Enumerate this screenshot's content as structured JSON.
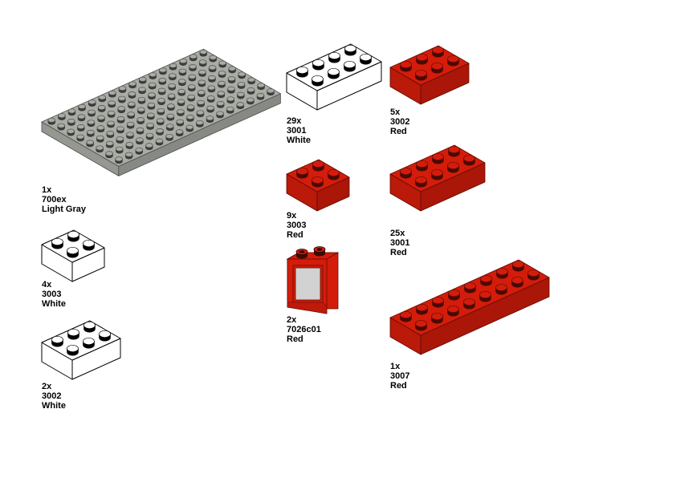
{
  "parts": [
    {
      "qty": "1x",
      "part": "700ex",
      "color": "Light Gray",
      "hex": "#a9aca5"
    },
    {
      "qty": "29x",
      "part": "3001",
      "color": "White",
      "hex": "#ffffff"
    },
    {
      "qty": "5x",
      "part": "3002",
      "color": "Red",
      "hex": "#d41c0a"
    },
    {
      "qty": "9x",
      "part": "3003",
      "color": "Red",
      "hex": "#d41c0a"
    },
    {
      "qty": "25x",
      "part": "3001",
      "color": "Red",
      "hex": "#d41c0a"
    },
    {
      "qty": "2x",
      "part": "7026c01",
      "color": "Red",
      "hex": "#d41c0a"
    },
    {
      "qty": "1x",
      "part": "3007",
      "color": "Red",
      "hex": "#d41c0a"
    },
    {
      "qty": "4x",
      "part": "3003",
      "color": "White",
      "hex": "#ffffff"
    },
    {
      "qty": "2x",
      "part": "3002",
      "color": "White",
      "hex": "#ffffff"
    }
  ]
}
